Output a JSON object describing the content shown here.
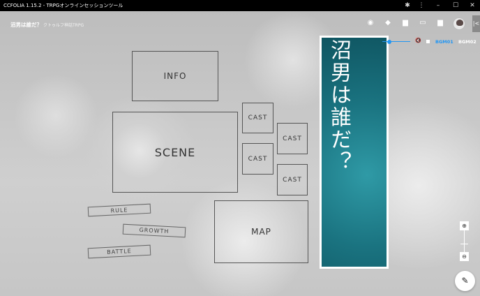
{
  "window": {
    "title": "CCFOLIA 1.15.2 - TRPGオンラインセッションツール"
  },
  "room": {
    "title": "沼男は誰だ？",
    "subtitle": "クトゥルフ神話TRPG"
  },
  "board": {
    "info": "INFO",
    "scene": "SCENE",
    "map": "MAP",
    "cast": [
      "CAST",
      "CAST",
      "CAST",
      "CAST"
    ],
    "rule": "RULE",
    "growth": "GROWTH",
    "battle": "BATTLE"
  },
  "panel": {
    "text": "沼男は誰だ？"
  },
  "bgm": {
    "volume_percent": 0,
    "tracks": [
      "BGM01",
      "BGM02"
    ],
    "active_color": "#2196f3"
  }
}
